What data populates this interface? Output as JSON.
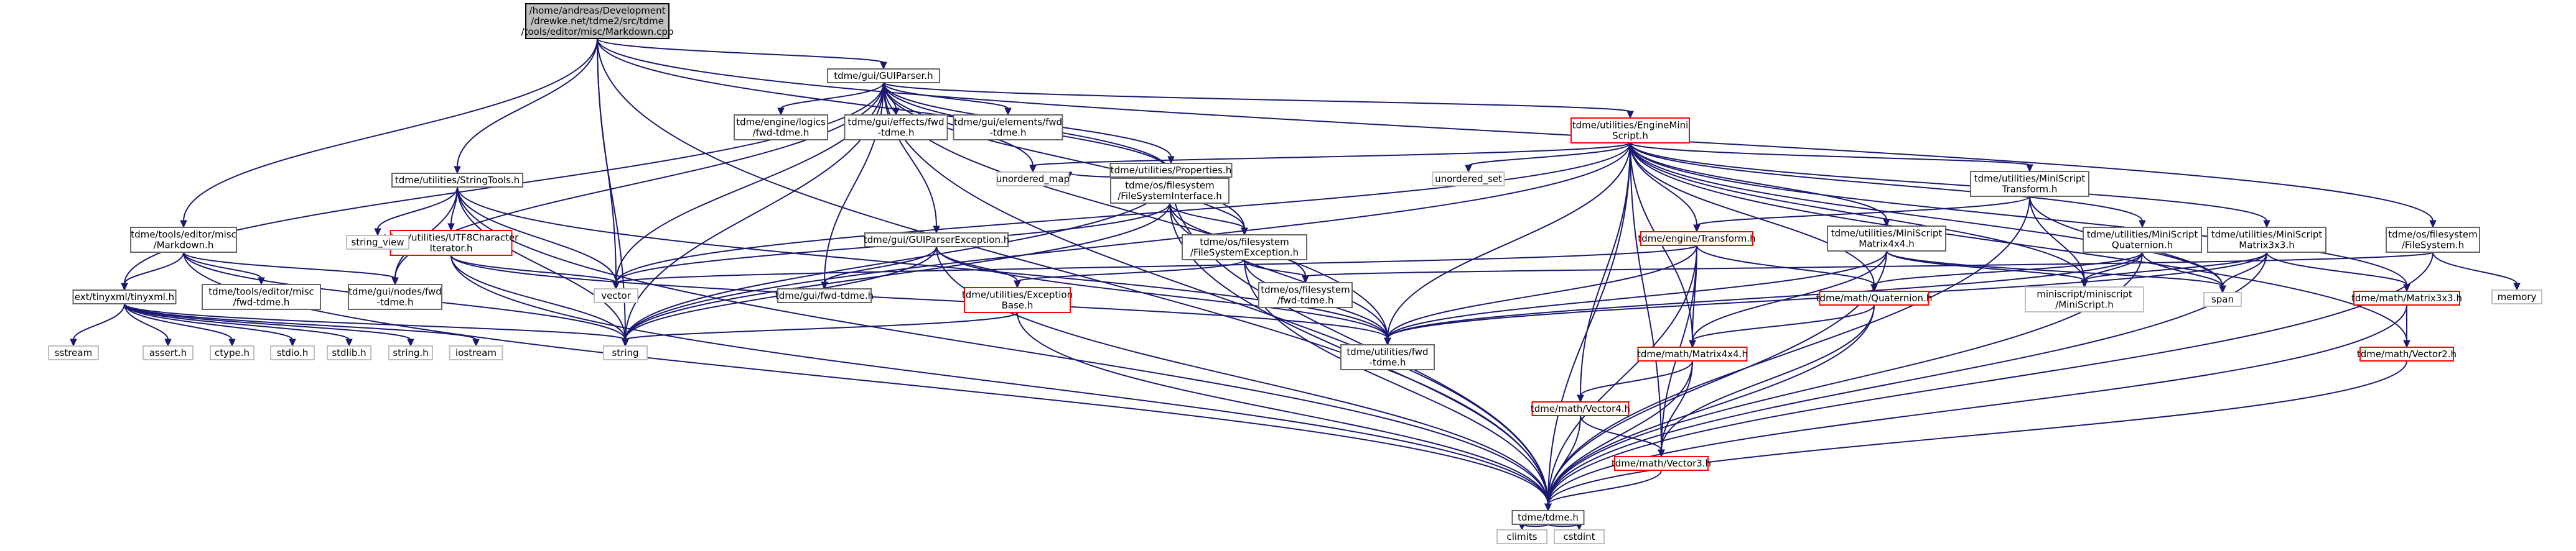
{
  "nodes": [
    {
      "id": "root",
      "lines": [
        "/home/andreas/Development",
        "/drewke.net/tdme2/src/tdme",
        "/tools/editor/misc/Markdown.cpp"
      ],
      "style": "root"
    },
    {
      "id": "guiparser",
      "lines": [
        "tdme/gui/GUIParser.h"
      ],
      "style": "normal"
    },
    {
      "id": "editorMarkdown",
      "lines": [
        "tdme/tools/editor/misc",
        "/Markdown.h"
      ],
      "style": "normal"
    },
    {
      "id": "stringtools",
      "lines": [
        "tdme/utilities/StringTools.h"
      ],
      "style": "normal"
    },
    {
      "id": "properties",
      "lines": [
        "tdme/utilities/Properties.h"
      ],
      "style": "normal"
    },
    {
      "id": "engineMiniScript",
      "lines": [
        "tdme/utilities/EngineMini",
        "Script.h"
      ],
      "style": "red"
    },
    {
      "id": "fsFileSystem",
      "lines": [
        "tdme/os/filesystem",
        "/FileSystem.h"
      ],
      "style": "normal"
    },
    {
      "id": "fsInterface",
      "lines": [
        "tdme/os/filesystem",
        "/FileSystemInterface.h"
      ],
      "style": "normal"
    },
    {
      "id": "fsException",
      "lines": [
        "tdme/os/filesystem",
        "/FileSystemException.h"
      ],
      "style": "normal"
    },
    {
      "id": "guiParserException",
      "lines": [
        "tdme/gui/GUIParserException.h"
      ],
      "style": "normal"
    },
    {
      "id": "exceptionBase",
      "lines": [
        "tdme/utilities/Exception",
        "Base.h"
      ],
      "style": "red"
    },
    {
      "id": "utf8",
      "lines": [
        "tdme/utilities/UTF8Character",
        "Iterator.h"
      ],
      "style": "red"
    },
    {
      "id": "tinyxml",
      "lines": [
        "ext/tinyxml/tinyxml.h"
      ],
      "style": "normal"
    },
    {
      "id": "editorFwd",
      "lines": [
        "tdme/tools/editor/misc",
        "/fwd-tdme.h"
      ],
      "style": "normal"
    },
    {
      "id": "guiNodesFwd",
      "lines": [
        "tdme/gui/nodes/fwd",
        "-tdme.h"
      ],
      "style": "normal"
    },
    {
      "id": "logicsFwd",
      "lines": [
        "tdme/engine/logics",
        "/fwd-tdme.h"
      ],
      "style": "normal"
    },
    {
      "id": "effectsFwd",
      "lines": [
        "tdme/gui/effects/fwd",
        "-tdme.h"
      ],
      "style": "normal"
    },
    {
      "id": "elementsFwd",
      "lines": [
        "tdme/gui/elements/fwd",
        "-tdme.h"
      ],
      "style": "normal"
    },
    {
      "id": "guiFwd",
      "lines": [
        "tdme/gui/fwd-tdme.h"
      ],
      "style": "normal"
    },
    {
      "id": "fsFwd",
      "lines": [
        "tdme/os/filesystem",
        "/fwd-tdme.h"
      ],
      "style": "normal"
    },
    {
      "id": "utilitiesFwd",
      "lines": [
        "tdme/utilities/fwd",
        "-tdme.h"
      ],
      "style": "normal"
    },
    {
      "id": "transform",
      "lines": [
        "tdme/engine/Transform.h"
      ],
      "style": "red"
    },
    {
      "id": "msTransform",
      "lines": [
        "tdme/utilities/MiniScript",
        "Transform.h"
      ],
      "style": "normal"
    },
    {
      "id": "msMatrix4x4",
      "lines": [
        "tdme/utilities/MiniScript",
        "Matrix4x4.h"
      ],
      "style": "normal"
    },
    {
      "id": "msQuaternion",
      "lines": [
        "tdme/utilities/MiniScript",
        "Quaternion.h"
      ],
      "style": "normal"
    },
    {
      "id": "msMatrix3x3",
      "lines": [
        "tdme/utilities/MiniScript",
        "Matrix3x3.h"
      ],
      "style": "normal"
    },
    {
      "id": "miniscript",
      "lines": [
        "miniscript/miniscript",
        "/MiniScript.h"
      ],
      "style": "ext"
    },
    {
      "id": "quaternion",
      "lines": [
        "tdme/math/Quaternion.h"
      ],
      "style": "red"
    },
    {
      "id": "matrix4x4",
      "lines": [
        "tdme/math/Matrix4x4.h"
      ],
      "style": "red"
    },
    {
      "id": "vector4",
      "lines": [
        "tdme/math/Vector4.h"
      ],
      "style": "red"
    },
    {
      "id": "vector3",
      "lines": [
        "tdme/math/Vector3.h"
      ],
      "style": "red"
    },
    {
      "id": "matrix3x3",
      "lines": [
        "tdme/math/Matrix3x3.h"
      ],
      "style": "red"
    },
    {
      "id": "vector2",
      "lines": [
        "tdme/math/Vector2.h"
      ],
      "style": "red"
    },
    {
      "id": "tdme",
      "lines": [
        "tdme/tdme.h"
      ],
      "style": "normal"
    },
    {
      "id": "unordered_map",
      "lines": [
        "unordered_map"
      ],
      "style": "ext"
    },
    {
      "id": "unordered_set",
      "lines": [
        "unordered_set"
      ],
      "style": "ext"
    },
    {
      "id": "span",
      "lines": [
        "span"
      ],
      "style": "ext"
    },
    {
      "id": "vector",
      "lines": [
        "vector"
      ],
      "style": "ext"
    },
    {
      "id": "string",
      "lines": [
        "string"
      ],
      "style": "ext"
    },
    {
      "id": "string_view",
      "lines": [
        "string_view"
      ],
      "style": "ext"
    },
    {
      "id": "memory",
      "lines": [
        "memory"
      ],
      "style": "ext"
    },
    {
      "id": "sstream",
      "lines": [
        "sstream"
      ],
      "style": "ext"
    },
    {
      "id": "assert",
      "lines": [
        "assert.h"
      ],
      "style": "ext"
    },
    {
      "id": "ctype",
      "lines": [
        "ctype.h"
      ],
      "style": "ext"
    },
    {
      "id": "stdio",
      "lines": [
        "stdio.h"
      ],
      "style": "ext"
    },
    {
      "id": "stdlib",
      "lines": [
        "stdlib.h"
      ],
      "style": "ext"
    },
    {
      "id": "stringh",
      "lines": [
        "string.h"
      ],
      "style": "ext"
    },
    {
      "id": "iostream",
      "lines": [
        "iostream"
      ],
      "style": "ext"
    },
    {
      "id": "climits",
      "lines": [
        "climits"
      ],
      "style": "ext"
    },
    {
      "id": "cstdint",
      "lines": [
        "cstdint"
      ],
      "style": "ext"
    }
  ],
  "edges": [
    [
      "root",
      "guiparser"
    ],
    [
      "root",
      "editorMarkdown"
    ],
    [
      "root",
      "stringtools"
    ],
    [
      "root",
      "fsInterface"
    ],
    [
      "root",
      "fsFileSystem"
    ],
    [
      "root",
      "vector"
    ],
    [
      "root",
      "string"
    ],
    [
      "root",
      "tdme"
    ],
    [
      "guiparser",
      "tinyxml"
    ],
    [
      "guiparser",
      "logicsFwd"
    ],
    [
      "guiparser",
      "effectsFwd"
    ],
    [
      "guiparser",
      "elementsFwd"
    ],
    [
      "guiparser",
      "guiFwd"
    ],
    [
      "guiparser",
      "guiNodesFwd"
    ],
    [
      "guiparser",
      "guiParserException"
    ],
    [
      "guiparser",
      "fsException"
    ],
    [
      "guiparser",
      "fsInterface"
    ],
    [
      "guiparser",
      "properties"
    ],
    [
      "guiparser",
      "engineMiniScript"
    ],
    [
      "guiparser",
      "utilitiesFwd"
    ],
    [
      "guiparser",
      "unordered_map"
    ],
    [
      "guiparser",
      "vector"
    ],
    [
      "guiparser",
      "string"
    ],
    [
      "guiparser",
      "tdme"
    ],
    [
      "editorMarkdown",
      "tinyxml"
    ],
    [
      "editorMarkdown",
      "editorFwd"
    ],
    [
      "editorMarkdown",
      "guiNodesFwd"
    ],
    [
      "editorMarkdown",
      "string"
    ],
    [
      "editorMarkdown",
      "tdme"
    ],
    [
      "stringtools",
      "utf8"
    ],
    [
      "stringtools",
      "string_view"
    ],
    [
      "stringtools",
      "vector"
    ],
    [
      "stringtools",
      "string"
    ],
    [
      "stringtools",
      "utilitiesFwd"
    ],
    [
      "stringtools",
      "tdme"
    ],
    [
      "stringtools",
      "guiNodesFwd"
    ],
    [
      "properties",
      "fsException"
    ],
    [
      "properties",
      "fsInterface"
    ],
    [
      "properties",
      "unordered_map"
    ],
    [
      "properties",
      "string"
    ],
    [
      "properties",
      "tdme"
    ],
    [
      "engineMiniScript",
      "transform"
    ],
    [
      "engineMiniScript",
      "msTransform"
    ],
    [
      "engineMiniScript",
      "msMatrix4x4"
    ],
    [
      "engineMiniScript",
      "msQuaternion"
    ],
    [
      "engineMiniScript",
      "msMatrix3x3"
    ],
    [
      "engineMiniScript",
      "miniscript"
    ],
    [
      "engineMiniScript",
      "quaternion"
    ],
    [
      "engineMiniScript",
      "matrix4x4"
    ],
    [
      "engineMiniScript",
      "matrix3x3"
    ],
    [
      "engineMiniScript",
      "vector2"
    ],
    [
      "engineMiniScript",
      "vector3"
    ],
    [
      "engineMiniScript",
      "vector4"
    ],
    [
      "engineMiniScript",
      "utilitiesFwd"
    ],
    [
      "engineMiniScript",
      "unordered_map"
    ],
    [
      "engineMiniScript",
      "unordered_set"
    ],
    [
      "engineMiniScript",
      "span"
    ],
    [
      "engineMiniScript",
      "vector"
    ],
    [
      "engineMiniScript",
      "string"
    ],
    [
      "engineMiniScript",
      "tdme"
    ],
    [
      "fsFileSystem",
      "fsFwd"
    ],
    [
      "fsFileSystem",
      "memory"
    ],
    [
      "fsFileSystem",
      "tdme"
    ],
    [
      "fsInterface",
      "fsException"
    ],
    [
      "fsInterface",
      "fsFwd"
    ],
    [
      "fsInterface",
      "utilitiesFwd"
    ],
    [
      "fsInterface",
      "vector"
    ],
    [
      "fsInterface",
      "string"
    ],
    [
      "fsInterface",
      "tdme"
    ],
    [
      "fsException",
      "exceptionBase"
    ],
    [
      "fsException",
      "fsFwd"
    ],
    [
      "fsException",
      "utilitiesFwd"
    ],
    [
      "fsException",
      "tdme"
    ],
    [
      "guiParserException",
      "exceptionBase"
    ],
    [
      "guiParserException",
      "guiFwd"
    ],
    [
      "guiParserException",
      "utilitiesFwd"
    ],
    [
      "guiParserException",
      "string"
    ],
    [
      "guiParserException",
      "tdme"
    ],
    [
      "exceptionBase",
      "string"
    ],
    [
      "exceptionBase",
      "tdme"
    ],
    [
      "utf8",
      "string"
    ],
    [
      "utf8",
      "vector"
    ],
    [
      "utf8",
      "tdme"
    ],
    [
      "utf8",
      "utilitiesFwd"
    ],
    [
      "tinyxml",
      "sstream"
    ],
    [
      "tinyxml",
      "assert"
    ],
    [
      "tinyxml",
      "ctype"
    ],
    [
      "tinyxml",
      "stdio"
    ],
    [
      "tinyxml",
      "stdlib"
    ],
    [
      "tinyxml",
      "stringh"
    ],
    [
      "tinyxml",
      "iostream"
    ],
    [
      "tinyxml",
      "string"
    ],
    [
      "transform",
      "quaternion"
    ],
    [
      "transform",
      "matrix4x4"
    ],
    [
      "transform",
      "vector3"
    ],
    [
      "transform",
      "vector"
    ],
    [
      "transform",
      "utilitiesFwd"
    ],
    [
      "transform",
      "tdme"
    ],
    [
      "msTransform",
      "miniscript"
    ],
    [
      "msTransform",
      "transform"
    ],
    [
      "msTransform",
      "span"
    ],
    [
      "msTransform",
      "tdme"
    ],
    [
      "msMatrix4x4",
      "miniscript"
    ],
    [
      "msMatrix4x4",
      "matrix4x4"
    ],
    [
      "msMatrix4x4",
      "span"
    ],
    [
      "msMatrix4x4",
      "utilitiesFwd"
    ],
    [
      "msMatrix4x4",
      "tdme"
    ],
    [
      "msQuaternion",
      "miniscript"
    ],
    [
      "msQuaternion",
      "quaternion"
    ],
    [
      "msQuaternion",
      "span"
    ],
    [
      "msQuaternion",
      "utilitiesFwd"
    ],
    [
      "msQuaternion",
      "tdme"
    ],
    [
      "msMatrix3x3",
      "miniscript"
    ],
    [
      "msMatrix3x3",
      "matrix3x3"
    ],
    [
      "msMatrix3x3",
      "span"
    ],
    [
      "msMatrix3x3",
      "utilitiesFwd"
    ],
    [
      "msMatrix3x3",
      "tdme"
    ],
    [
      "quaternion",
      "matrix4x4"
    ],
    [
      "quaternion",
      "vector3"
    ],
    [
      "quaternion",
      "tdme"
    ],
    [
      "matrix4x4",
      "vector3"
    ],
    [
      "matrix4x4",
      "vector4"
    ],
    [
      "matrix4x4",
      "tdme"
    ],
    [
      "vector4",
      "vector3"
    ],
    [
      "vector4",
      "tdme"
    ],
    [
      "vector3",
      "tdme"
    ],
    [
      "matrix3x3",
      "vector2"
    ],
    [
      "matrix3x3",
      "tdme"
    ],
    [
      "vector2",
      "tdme"
    ],
    [
      "tdme",
      "climits"
    ],
    [
      "tdme",
      "cstdint"
    ]
  ]
}
